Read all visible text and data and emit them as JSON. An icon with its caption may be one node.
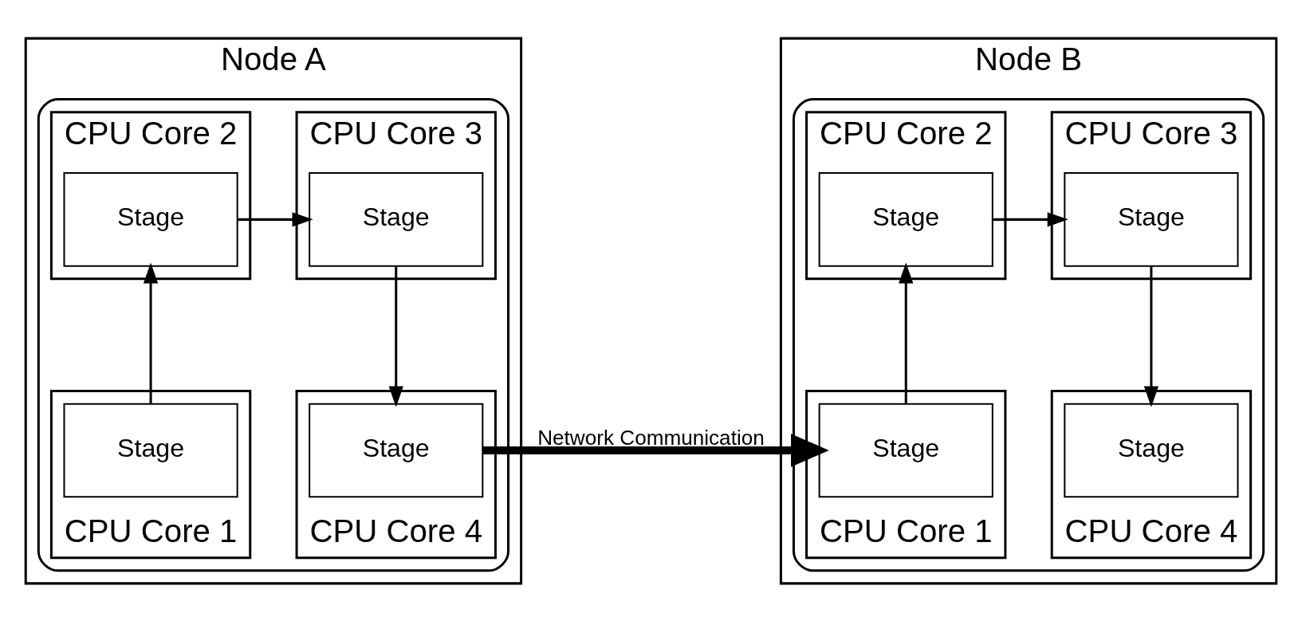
{
  "diagram": {
    "nodes": [
      {
        "text": [
          "Node A"
        ]
      },
      {
        "text": [],
        "shape": "box",
        "in": 0
      },
      {
        "text": [
          "CPU Core 2"
        ],
        "in": 1
      },
      {
        "text": [
          "Stage"
        ],
        "in": 2
      },
      {
        "text": [
          "CPU Core 3"
        ],
        "in": 1
      },
      {
        "text": [
          "Stage"
        ],
        "in": 4
      },
      {
        "text": [
          "CPU Core 1"
        ],
        "in": 1
      },
      {
        "text": [
          "Stage"
        ],
        "in": 6
      },
      {
        "text": [
          "CPU Core 4"
        ],
        "in": 1
      },
      {
        "text": [
          "Stage"
        ],
        "in": 8
      },
      {
        "text": [
          "Node B"
        ]
      },
      {
        "text": [],
        "shape": "box",
        "in": 10
      },
      {
        "text": [
          "CPU Core 2"
        ],
        "in": 11
      },
      {
        "text": [
          "Stage"
        ],
        "in": 12
      },
      {
        "text": [
          "CPU Core 3"
        ],
        "in": 11
      },
      {
        "text": [
          "Stage"
        ],
        "in": 14
      },
      {
        "text": [
          "CPU Core 1"
        ],
        "in": 11
      },
      {
        "text": [
          "Stage"
        ],
        "in": 16
      },
      {
        "text": [
          "CPU Core 4"
        ],
        "in": 11
      },
      {
        "text": [
          "Stage"
        ],
        "in": 18
      }
    ],
    "edges": [
      {
        "from": 3,
        "to": 5,
        "arrow": "to"
      },
      {
        "from": 7,
        "to": 3,
        "arrow": "to"
      },
      {
        "from": 5,
        "to": 9,
        "arrow": "to"
      },
      {
        "from": 9,
        "to": 17,
        "arrow": "to",
        "label": "Network Communication",
        "style": "thick"
      },
      {
        "from": 13,
        "to": 15,
        "arrow": "to"
      },
      {
        "from": 17,
        "to": 13,
        "arrow": "to"
      },
      {
        "from": 15,
        "to": 19,
        "arrow": "to"
      }
    ]
  }
}
